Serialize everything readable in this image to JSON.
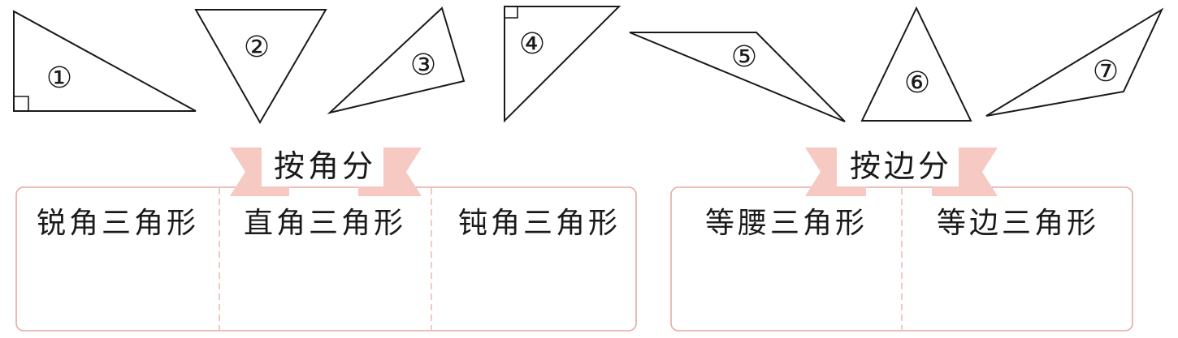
{
  "triangles": [
    {
      "label": "①",
      "right_angle": true
    },
    {
      "label": "②",
      "right_angle": false
    },
    {
      "label": "③",
      "right_angle": false
    },
    {
      "label": "④",
      "right_angle": true
    },
    {
      "label": "⑤",
      "right_angle": false
    },
    {
      "label": "⑥",
      "right_angle": false
    },
    {
      "label": "⑦",
      "right_angle": false
    }
  ],
  "by_angle": {
    "heading": "按角分",
    "columns": [
      "锐角三角形",
      "直角三角形",
      "钝角三角形"
    ]
  },
  "by_side": {
    "heading": "按边分",
    "columns": [
      "等腰三角形",
      "等边三角形"
    ]
  },
  "colors": {
    "ribbon": "#f6c9c3",
    "box_border": "#e8a9a2",
    "line": "#1a1a1a"
  }
}
